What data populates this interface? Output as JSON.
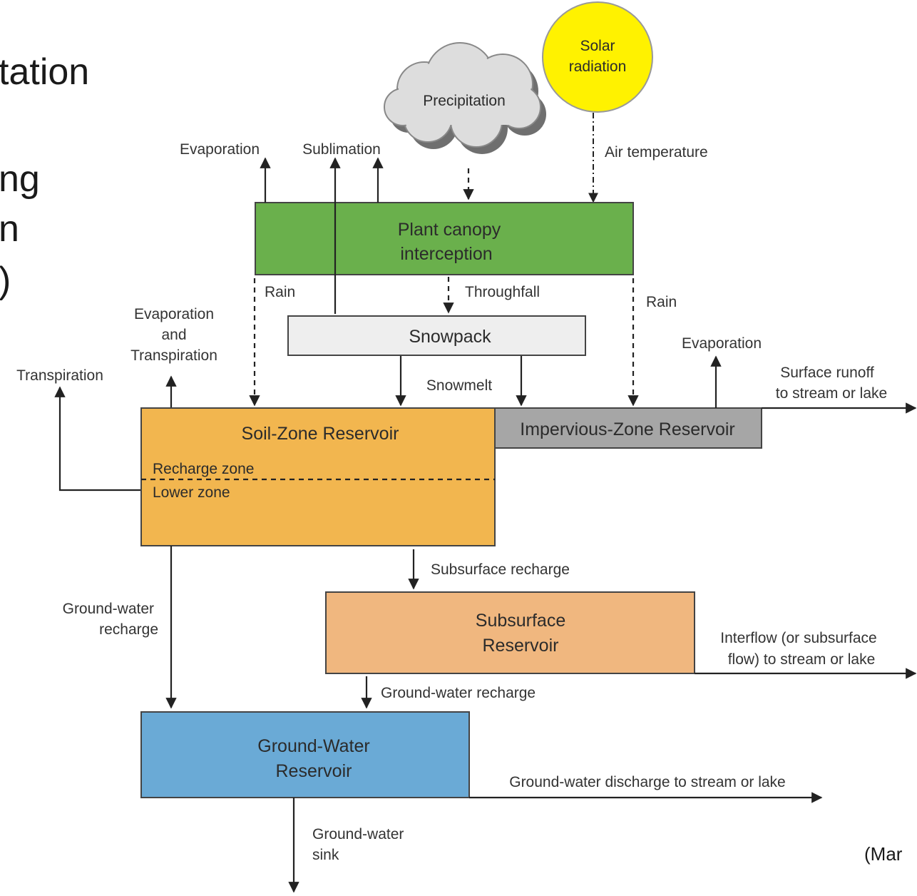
{
  "background_text": {
    "line1": "tation",
    "line2": "ng",
    "line3": "n",
    "line4": ")",
    "citation": "(Mar"
  },
  "colors": {
    "plant_canopy": "#6ab04c",
    "snowpack": "#eeeeee",
    "soil_zone": "#f2b64f",
    "impervious_zone": "#a6a6a6",
    "subsurface": "#f0b77f",
    "groundwater": "#6aaad6",
    "sun": "#fff200",
    "cloud": "#dddddd"
  },
  "nodes": {
    "solar_line1": "Solar",
    "solar_line2": "radiation",
    "precipitation": "Precipitation",
    "plant_canopy_line1": "Plant canopy",
    "plant_canopy_line2": "interception",
    "snowpack": "Snowpack",
    "soil_zone": "Soil-Zone Reservoir",
    "recharge_zone": "Recharge zone",
    "lower_zone": "Lower zone",
    "impervious_zone": "Impervious-Zone Reservoir",
    "subsurface_line1": "Subsurface",
    "subsurface_line2": "Reservoir",
    "groundwater_line1": "Ground-Water",
    "groundwater_line2": "Reservoir"
  },
  "flows": {
    "evaporation_top": "Evaporation",
    "sublimation": "Sublimation",
    "air_temperature": "Air temperature",
    "rain_left": "Rain",
    "throughfall": "Throughfall",
    "rain_right": "Rain",
    "evap_transp_line1": "Evaporation",
    "evap_transp_line2": "and",
    "evap_transp_line3": "Transpiration",
    "transpiration": "Transpiration",
    "snowmelt": "Snowmelt",
    "evaporation_right": "Evaporation",
    "surface_runoff_line1": "Surface runoff",
    "surface_runoff_line2": "to stream or lake",
    "subsurface_recharge": "Subsurface recharge",
    "gw_recharge_left_line1": "Ground-water",
    "gw_recharge_left_line2": "recharge",
    "interflow_line1": "Interflow (or subsurface",
    "interflow_line2": "flow) to stream or lake",
    "gw_recharge_mid": "Ground-water recharge",
    "gw_discharge": "Ground-water discharge to stream or lake",
    "gw_sink_line1": "Ground-water",
    "gw_sink_line2": "sink"
  }
}
